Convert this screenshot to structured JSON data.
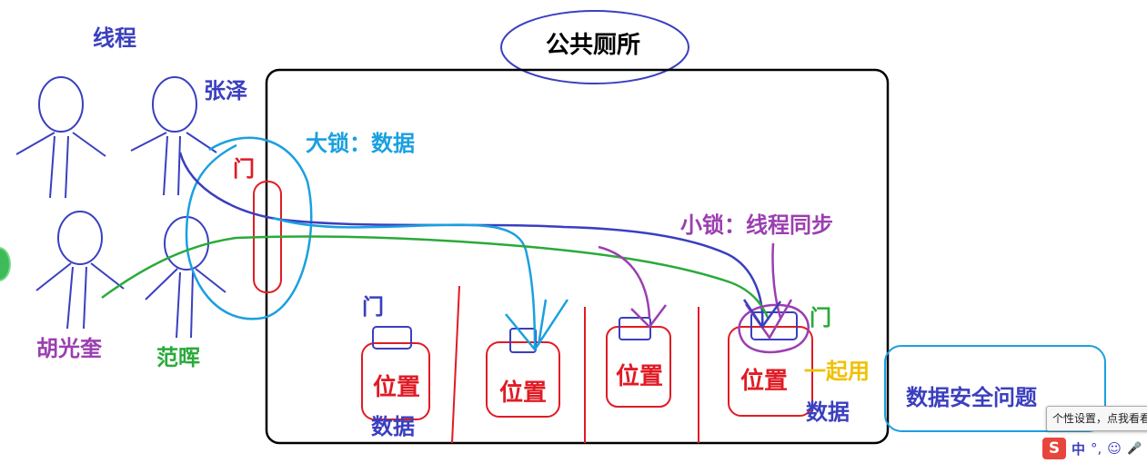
{
  "title": "公共厕所",
  "threads_label": "线程",
  "people": [
    "张泽",
    "胡光奎",
    "范晖"
  ],
  "big_lock": "大锁：数据",
  "small_lock": "小锁：线程同步",
  "door_labels": [
    "门",
    "门",
    "门"
  ],
  "slot_labels": [
    "位置",
    "位置",
    "位置",
    "位置"
  ],
  "data_labels": [
    "数据",
    "数据"
  ],
  "share_label": "一起用",
  "safety_label": "数据安全问题",
  "ime": {
    "tooltip": "个性设置，点我看看",
    "logo": "S",
    "items": [
      "中",
      "°,",
      "☺",
      "🎤"
    ]
  },
  "colors": {
    "blue": "#3a3fbf",
    "cyan": "#1aa0e0",
    "red": "#e01b24",
    "purple": "#9b3fb0",
    "green": "#2aaa3a",
    "yellow": "#f0c000"
  }
}
